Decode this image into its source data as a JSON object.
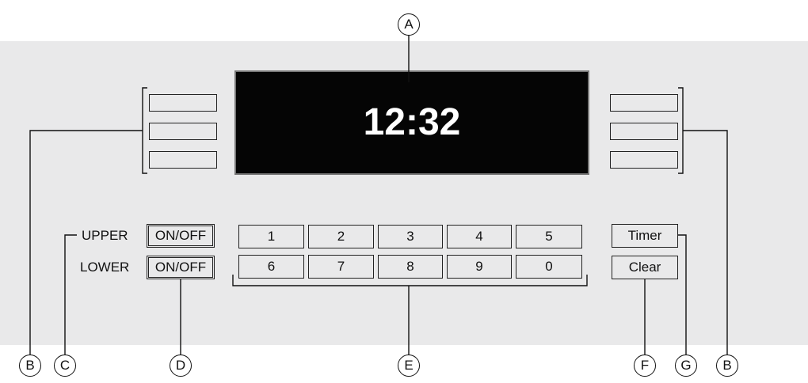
{
  "display": {
    "time": "12:32"
  },
  "rows": [
    {
      "label": "UPPER",
      "onoff": "ON/OFF"
    },
    {
      "label": "LOWER",
      "onoff": "ON/OFF"
    }
  ],
  "keypad": {
    "row1": [
      "1",
      "2",
      "3",
      "4",
      "5"
    ],
    "row2": [
      "6",
      "7",
      "8",
      "9",
      "0"
    ]
  },
  "side_buttons": {
    "timer": "Timer",
    "clear": "Clear"
  },
  "callouts": {
    "A": "A",
    "B_left": "B",
    "C": "C",
    "D": "D",
    "E": "E",
    "F": "F",
    "G": "G",
    "B_right": "B"
  }
}
